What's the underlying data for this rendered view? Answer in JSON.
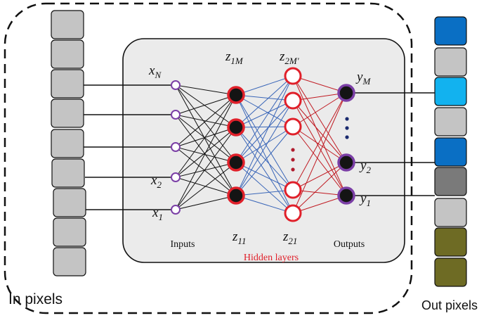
{
  "labels": {
    "in_pixels": "In pixels",
    "out_pixels": "Out pixels",
    "inputs": "Inputs",
    "hidden_layers": "Hidden layers",
    "outputs": "Outputs"
  },
  "nodes": {
    "x_N": {
      "base": "x",
      "sub": "N"
    },
    "x_2": {
      "base": "x",
      "sub": "2"
    },
    "x_1": {
      "base": "x",
      "sub": "1"
    },
    "z_1M": {
      "base": "z",
      "sub": "1M"
    },
    "z_11": {
      "base": "z",
      "sub": "11"
    },
    "z_2M": {
      "base": "z",
      "sub": "2M'"
    },
    "z_21": {
      "base": "z",
      "sub": "21"
    },
    "y_M": {
      "base": "y",
      "sub": "M"
    },
    "y_2": {
      "base": "y",
      "sub": "2"
    },
    "y_1": {
      "base": "y",
      "sub": "1"
    }
  },
  "input_pixel_count": 9,
  "output_pixel_colors": [
    "#0a6fc4",
    "#c4c4c4",
    "#12b2ef",
    "#c4c4c4",
    "#0a6fc4",
    "#7a7a7a",
    "#c4c4c4",
    "#6e6b24",
    "#6e6b24"
  ],
  "colors": {
    "input_node": "#7b3fa6",
    "hidden_node": "#e0202a",
    "output_node": "#7b3fa6",
    "input_edges": "#111111",
    "hidden_edges": "#3a66b8",
    "output_edges": "#c01a22",
    "hidden_label": "#e0202a",
    "pixel_gray": "#c4c4c4",
    "panel": "#ebebeb"
  }
}
